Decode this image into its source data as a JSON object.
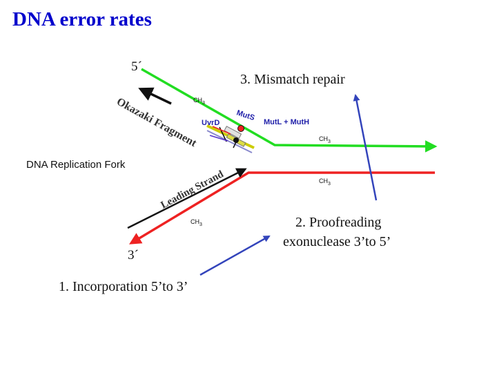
{
  "slide": {
    "title": "DNA error rates",
    "title_color": "#0000cc"
  },
  "diagram": {
    "prime5": "5´",
    "prime3": "3´",
    "okazaki_label": "Okazaki Fragment",
    "leading_label": "Leading Strand",
    "fork_label": "DNA Replication Fork",
    "ch3_label": "CH",
    "ch3_sub": "3",
    "muts_label": "MutS",
    "uvrd_label": "UvrD",
    "mutlh_label": "MutL + MutH",
    "colors": {
      "lagging_strand": "#22dd22",
      "leading_strand": "#ee2222",
      "black_strand": "#111111",
      "pointer_arrow": "#3344bb",
      "protein_label": "#2222aa"
    }
  },
  "annotations": {
    "mismatch": "3. Mismatch repair",
    "proofreading_line1": "2.  Proofreading",
    "proofreading_line2": "exonuclease 3’to 5’",
    "incorporation": "1.  Incorporation 5’to 3’"
  }
}
